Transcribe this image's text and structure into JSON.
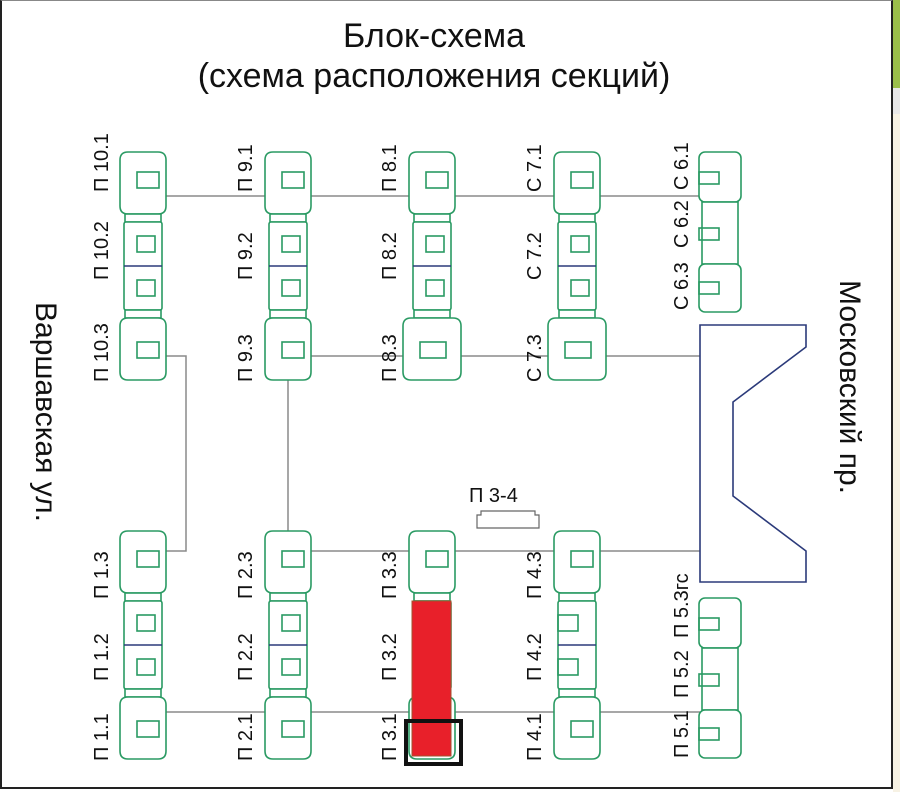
{
  "title": {
    "line1": "Блок-схема",
    "line2": "(схема расположения секций)"
  },
  "streets": {
    "left": "Варшавская ул.",
    "right": "Московский пр."
  },
  "colors": {
    "section_outline": "#2a9a63",
    "divider": "#2b3a7a",
    "connector": "#8a8a8a",
    "highlight": "#e8202a",
    "selection_frame": "#111111",
    "plaza_outline": "#2b3a7a"
  },
  "buildings": [
    {
      "id": "b10",
      "sections": [
        "П 10.1",
        "П 10.2",
        "П 10.3"
      ]
    },
    {
      "id": "b9",
      "sections": [
        "П 9.1",
        "П 9.2",
        "П 9.3"
      ]
    },
    {
      "id": "b8",
      "sections": [
        "П 8.1",
        "П 8.2",
        "П 8.3"
      ]
    },
    {
      "id": "b7",
      "sections": [
        "С 7.1",
        "С 7.2",
        "С 7.3"
      ]
    },
    {
      "id": "b6",
      "sections": [
        "С 6.1",
        "С 6.2",
        "С 6.3"
      ]
    },
    {
      "id": "b1",
      "sections": [
        "П 1.1",
        "П 1.2",
        "П 1.3"
      ]
    },
    {
      "id": "b2",
      "sections": [
        "П 2.1",
        "П 2.2",
        "П 2.3"
      ]
    },
    {
      "id": "b3",
      "sections": [
        "П 3.1",
        "П 3.2",
        "П 3.3"
      ]
    },
    {
      "id": "b4",
      "sections": [
        "П 4.1",
        "П 4.2",
        "П 4.3"
      ]
    },
    {
      "id": "b5",
      "sections": [
        "П 5.1",
        "П 5.2",
        "П 5.3гс"
      ]
    }
  ],
  "standalone": {
    "label": "П 3-4"
  },
  "highlighted": {
    "building": "b3",
    "sections": [
      "П 3.2",
      "П 3.1"
    ],
    "selected_section": "П 3.1"
  }
}
